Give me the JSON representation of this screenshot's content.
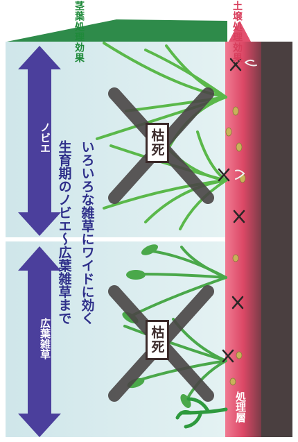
{
  "top_labels": {
    "foliar_effect": "茎葉処理効果",
    "soil_effect": "土壌処理効果"
  },
  "weed_types": {
    "top": "ノビエ",
    "bottom": "広葉雑草"
  },
  "description": {
    "line1": "生育期のノビエ〜広葉雑草まで",
    "line2": "いろいろな雑草にワイドに効く"
  },
  "status": {
    "top": "枯死",
    "bottom": "枯死"
  },
  "soil_layer_label": "処理層",
  "colors": {
    "sky": "#d6ecef",
    "soil": "#4a3e3e",
    "treatment_layer": "#e2506e",
    "arrow_purple": "#4b3f9c",
    "green_banner": "#2e8b4a",
    "grass_green": "#5ab84a",
    "cross": "#4a4646",
    "text_navy": "#2e2f8a"
  }
}
